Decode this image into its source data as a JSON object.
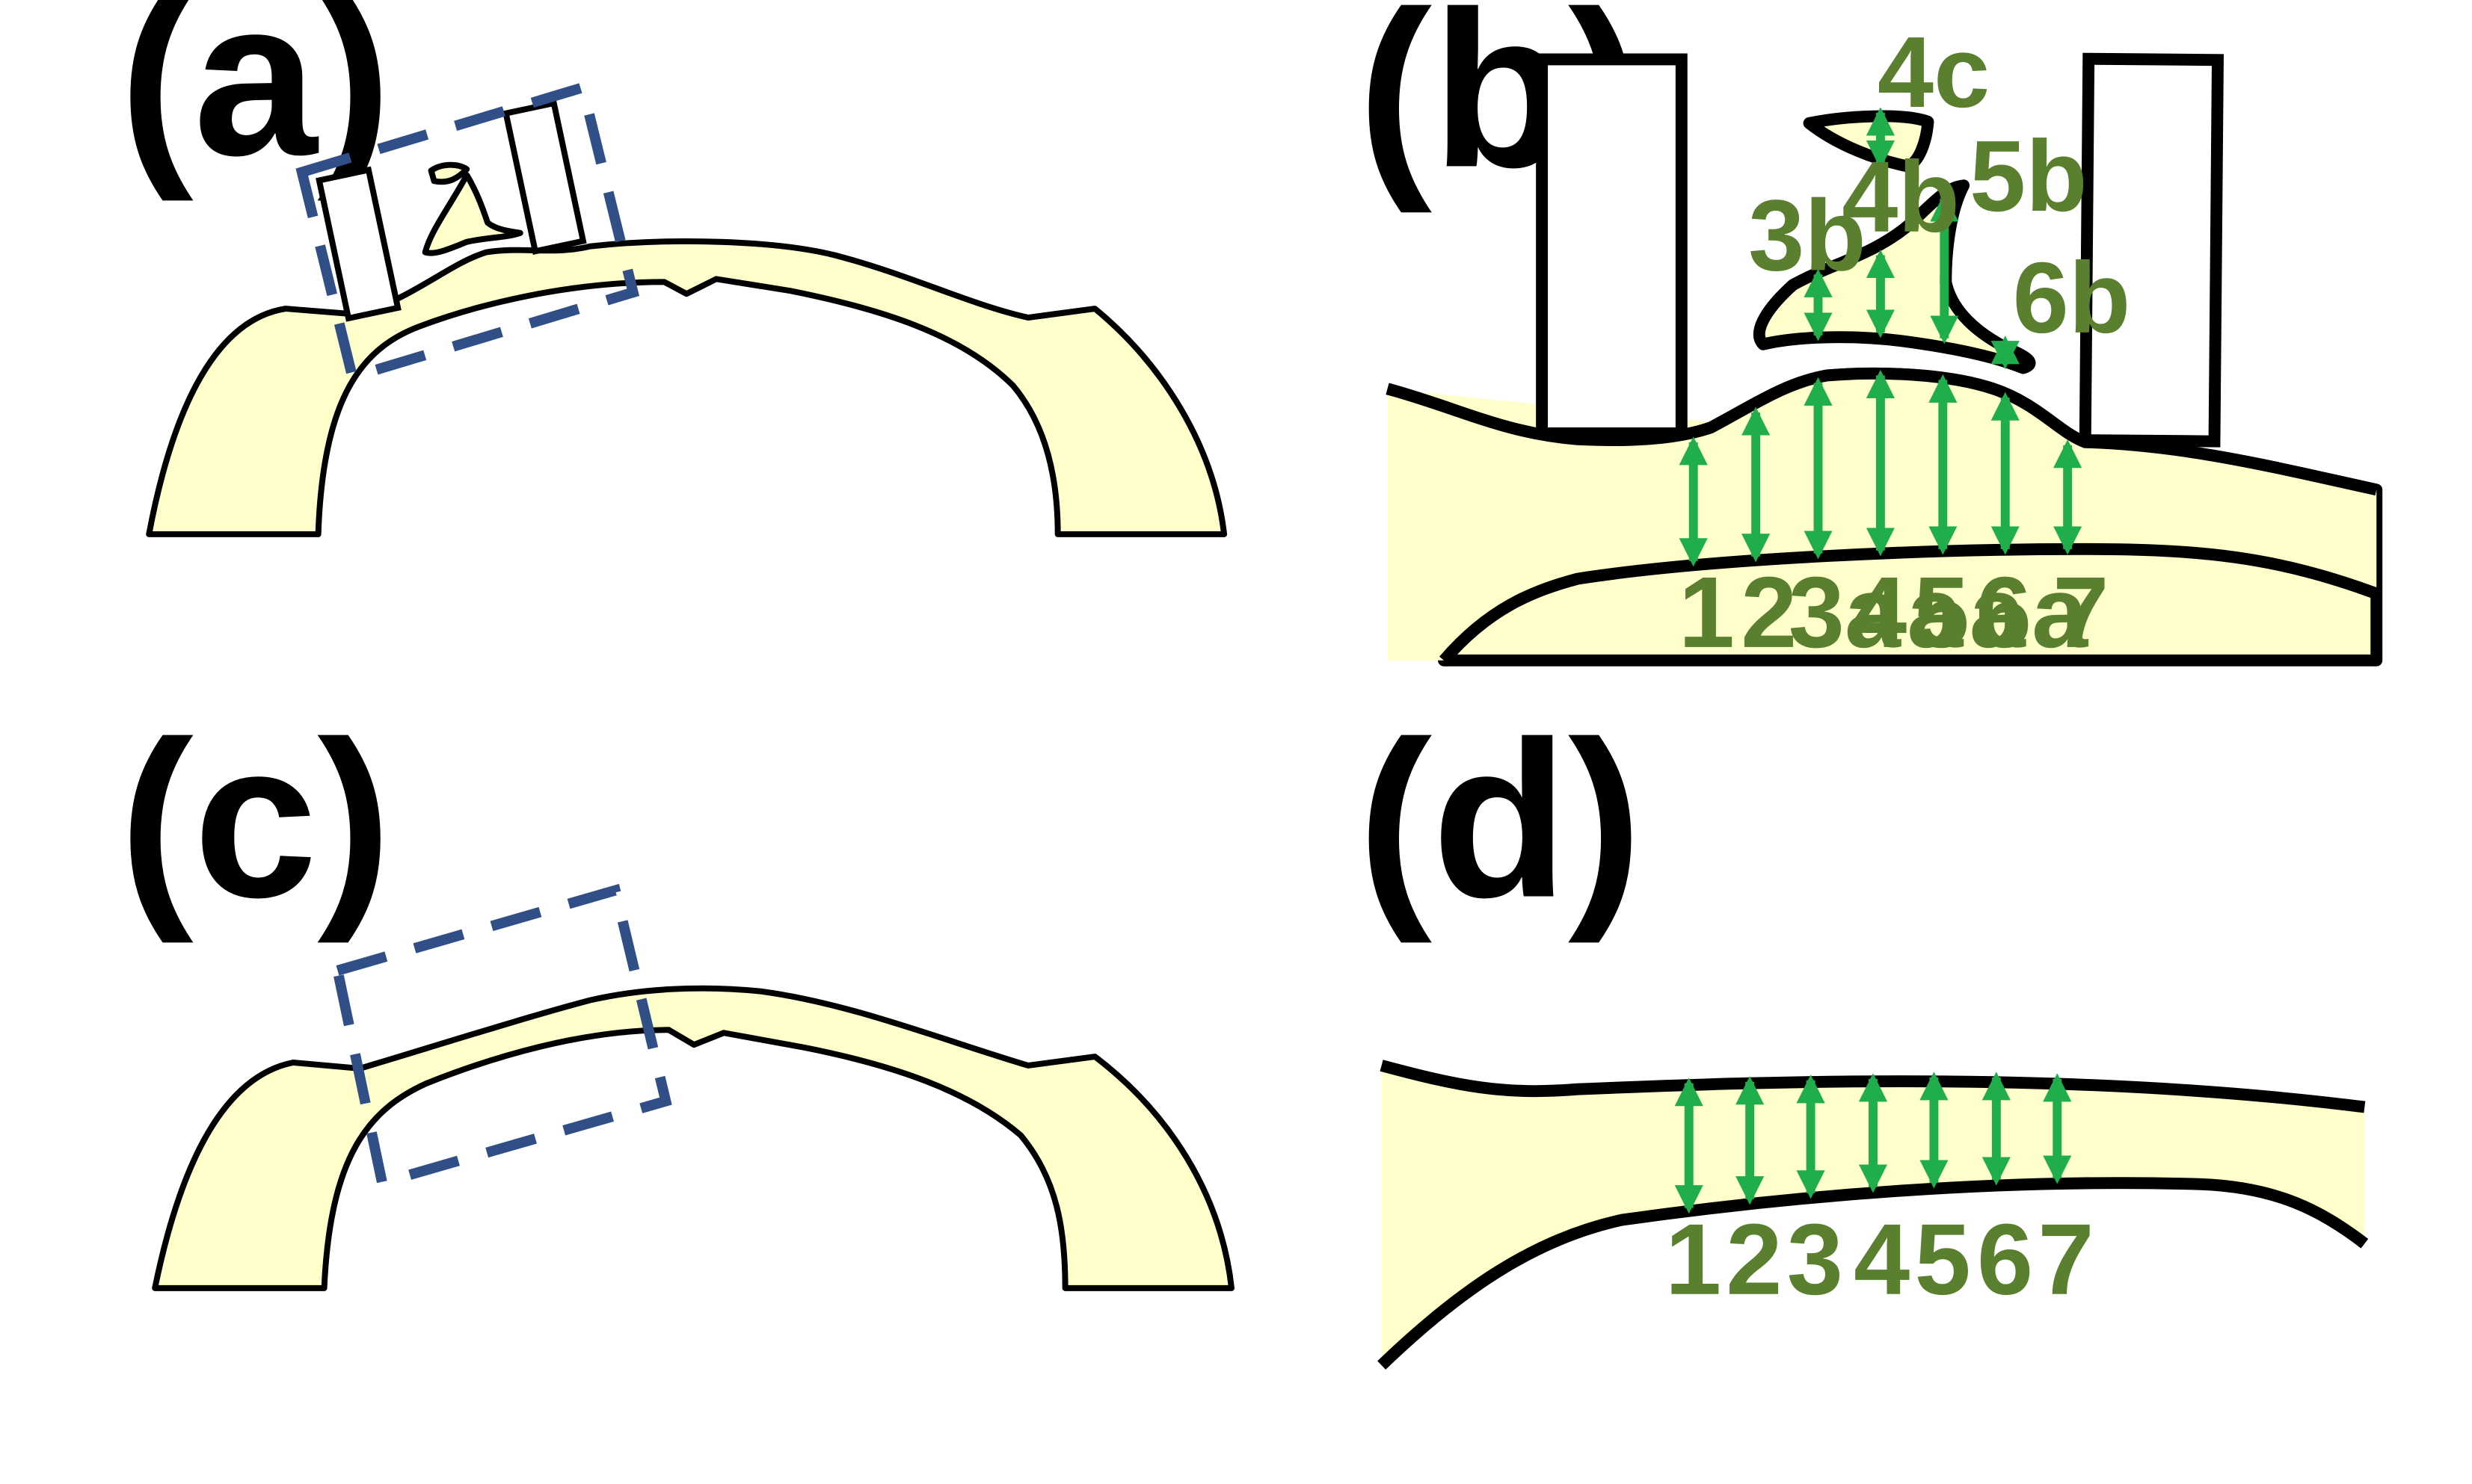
{
  "panels": {
    "a": "(a)",
    "b": "(b)",
    "c": "(c)",
    "d": "(d)"
  },
  "panel_b_labels": {
    "m1": "1",
    "m2": "2",
    "m3a": "3a",
    "m4a": "4a",
    "m5a": "5a",
    "m6a": "6a",
    "m7": "7",
    "m3b": "3b",
    "m4b": "4b",
    "m5b": "5b",
    "m6b": "6b",
    "m4c": "4c"
  },
  "panel_d_labels": {
    "m1": "1",
    "m2": "2",
    "m3": "3",
    "m4": "4",
    "m5": "5",
    "m6": "6",
    "m7": "7"
  },
  "colors": {
    "bone": "#ffffcc",
    "measurement_arrow": "#1fae4b",
    "measurement_text": "#5a7f2e",
    "roi_dashed_box": "#2f4f86"
  }
}
